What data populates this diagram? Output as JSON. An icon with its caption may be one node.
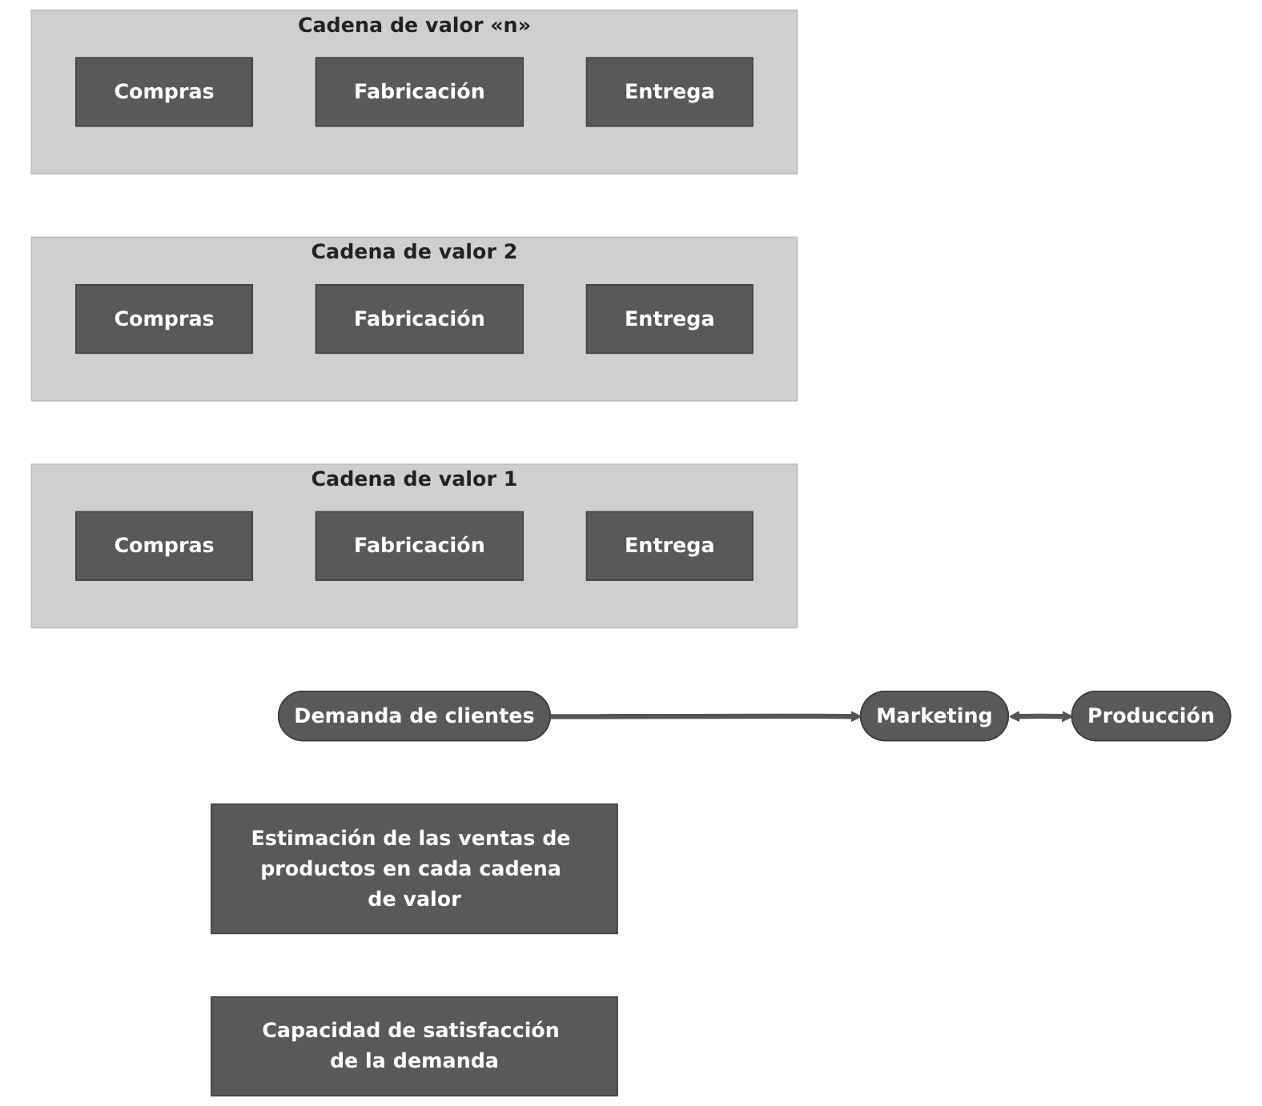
{
  "diagram": {
    "nodes": [
      {
        "text": [
          "Demanda de clientes"
        ]
      },
      {
        "text": [
          "Marketing"
        ]
      },
      {
        "text": [
          "Estimación de las ventas de productos en cada cadena de valor"
        ]
      },
      {
        "text": [
          "Producción"
        ]
      },
      {
        "text": [
          "Capacidad de satisfacción de la demanda"
        ]
      },
      {
        "text": [
          "Cadena de valor 1"
        ]
      },
      {
        "text": [
          "Compras"
        ],
        "in": 5
      },
      {
        "text": [
          "Fabricación"
        ],
        "in": 5
      },
      {
        "text": [
          "Entrega"
        ],
        "in": 5
      },
      {
        "text": [
          "Cadena de valor 2"
        ]
      },
      {
        "text": [
          "Compras"
        ],
        "in": 9
      },
      {
        "text": [
          "Fabricación"
        ],
        "in": 9
      },
      {
        "text": [
          "Entrega"
        ],
        "in": 9
      },
      {
        "text": [
          "Cadena de valor «n»"
        ]
      },
      {
        "text": [
          "Compras"
        ],
        "in": 13
      },
      {
        "text": [
          "Fabricación"
        ],
        "in": 13
      },
      {
        "text": [
          "Entrega"
        ],
        "in": 13
      }
    ],
    "edges": [
      {
        "from": 0,
        "to": 1,
        "arrow": "to"
      },
      {
        "from": 1,
        "to": 3,
        "arrow": "both"
      }
    ]
  }
}
